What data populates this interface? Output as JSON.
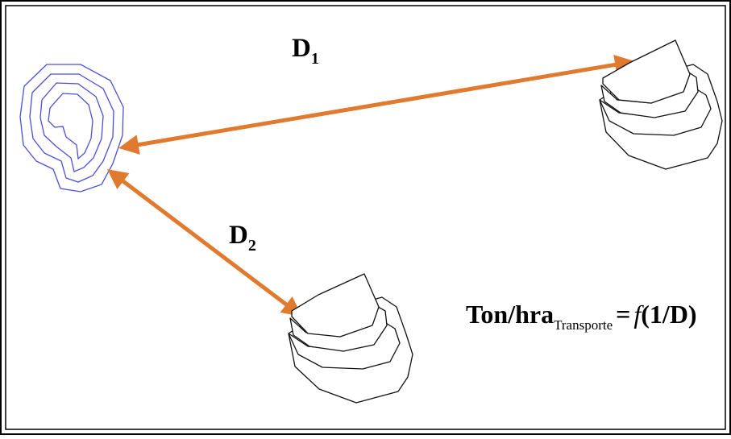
{
  "labels": {
    "d1": {
      "letter": "D",
      "sub": "1"
    },
    "d2": {
      "letter": "D",
      "sub": "2"
    }
  },
  "formula": {
    "main": "Ton/hra",
    "subscript": "Transporte",
    "equals": "=",
    "func": "f",
    "argument": "(1/D)"
  },
  "colors": {
    "arrow": "#e07a2e",
    "pit_outline": "#4a4fd8",
    "dump_outline": "#111111",
    "border": "#000000"
  }
}
